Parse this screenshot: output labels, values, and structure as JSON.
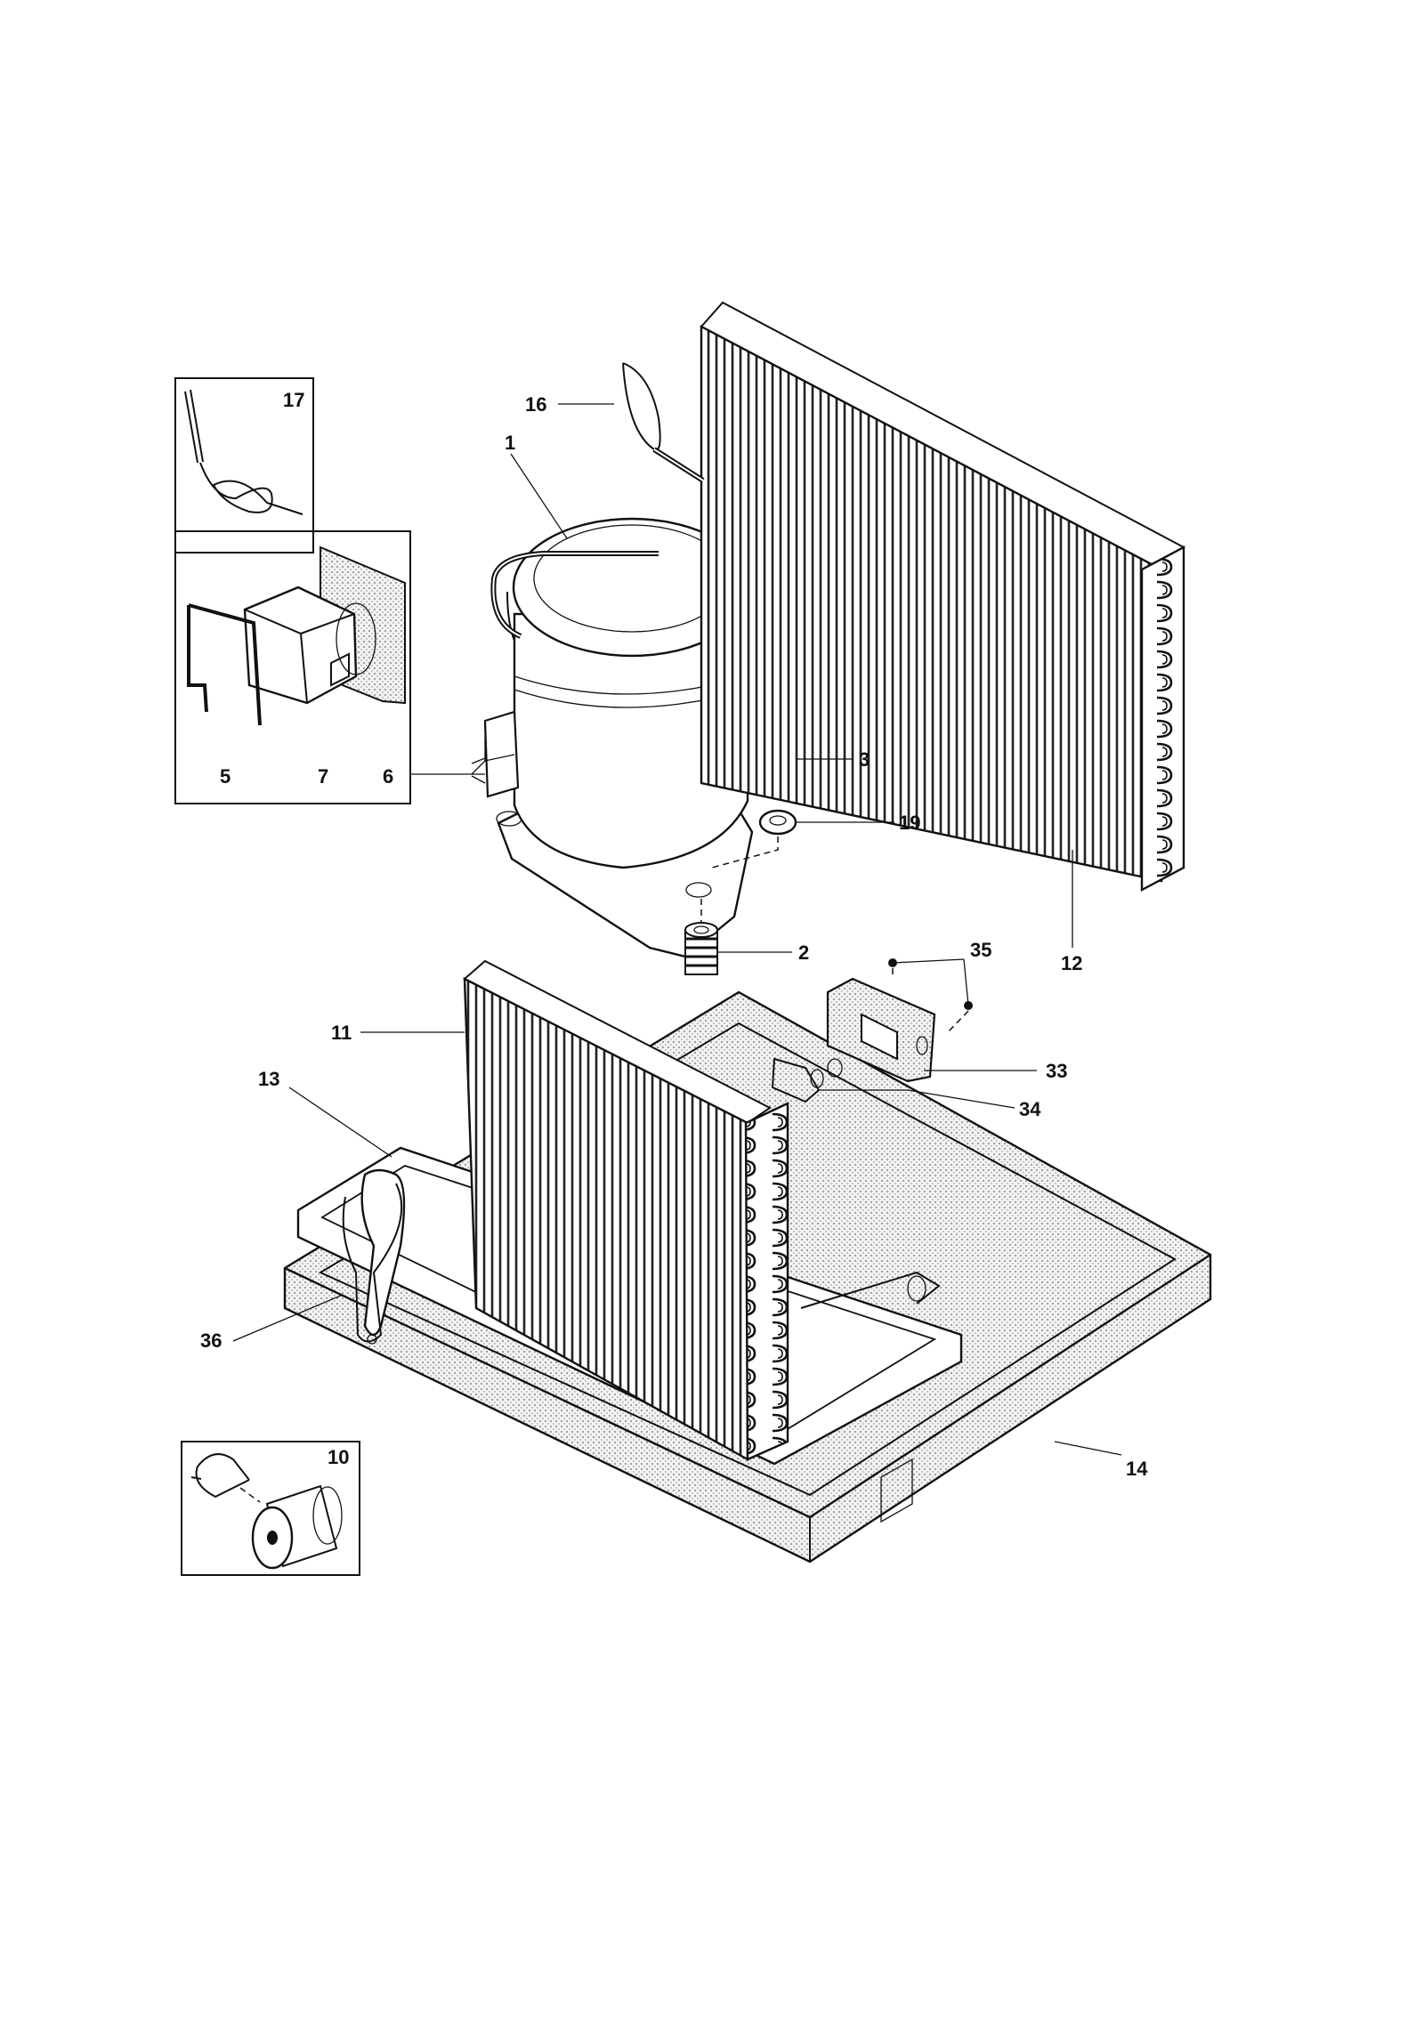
{
  "callouts": {
    "c1": "1",
    "c2": "2",
    "c3": "3",
    "c5": "5",
    "c6": "6",
    "c7": "7",
    "c10": "10",
    "c11": "11",
    "c12": "12",
    "c13": "13",
    "c14": "14",
    "c16": "16",
    "c17": "17",
    "c19": "19",
    "c33": "33",
    "c34": "34",
    "c35": "35",
    "c36": "36"
  },
  "parts": [
    {
      "id": "1",
      "name": "compressor-icon"
    },
    {
      "id": "2",
      "name": "grommet-icon"
    },
    {
      "id": "3",
      "name": "nut-icon"
    },
    {
      "id": "5",
      "name": "wire-clip-icon"
    },
    {
      "id": "6",
      "name": "gasket-icon"
    },
    {
      "id": "7",
      "name": "terminal-cover-icon"
    },
    {
      "id": "10",
      "name": "capacitor-icon"
    },
    {
      "id": "11",
      "name": "evaporator-coil-icon"
    },
    {
      "id": "12",
      "name": "condenser-coil-icon"
    },
    {
      "id": "13",
      "name": "drain-pan-icon"
    },
    {
      "id": "14",
      "name": "base-pan-icon"
    },
    {
      "id": "16",
      "name": "capillary-tube-icon"
    },
    {
      "id": "17",
      "name": "drier-icon"
    },
    {
      "id": "19",
      "name": "washer-icon"
    },
    {
      "id": "33",
      "name": "bracket-icon"
    },
    {
      "id": "34",
      "name": "clip-icon"
    },
    {
      "id": "35",
      "name": "screw-icon"
    },
    {
      "id": "36",
      "name": "strap-icon"
    }
  ]
}
